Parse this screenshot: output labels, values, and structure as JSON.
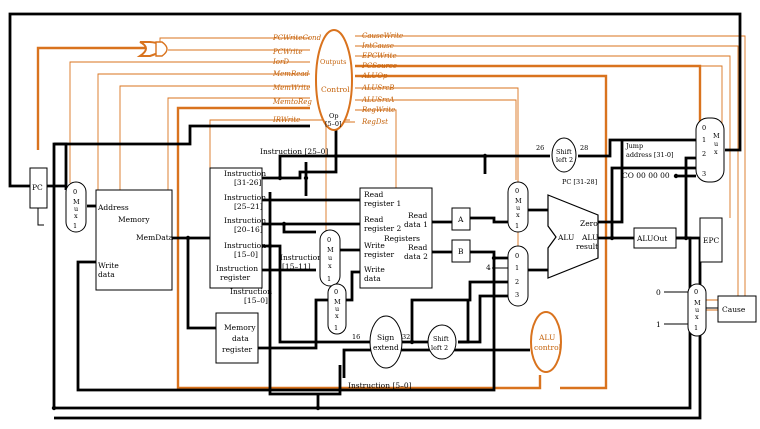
{
  "control": {
    "outputs": "Outputs",
    "name": "Control",
    "op": "Op",
    "op_bits": "[5–0]",
    "signals_left": [
      "PCWriteCond",
      "PCWrite",
      "IorD",
      "MemRead",
      "MemWrite",
      "MemtoReg",
      "IRWrite"
    ],
    "signals_right": [
      "CauseWrite",
      "IntCause",
      "EPCWrite",
      "PCSource",
      "ALUOp",
      "ALUSrcB",
      "ALUSrcA",
      "RegWrite",
      "RegDst"
    ]
  },
  "pc": "PC",
  "memory": {
    "address": "Address",
    "name": "Memory",
    "memdata": "MemData",
    "write": "Write",
    "data": "data"
  },
  "ir": {
    "f1": "Instruction",
    "f1b": "[31-26]",
    "f2": "Instruction",
    "f2b": "[25–21]",
    "f3": "Instruction",
    "f3b": "[20–16]",
    "f4": "Instruction",
    "f4b": "[15–0]",
    "name1": "Instruction",
    "name2": "register"
  },
  "labels": {
    "instr_25_0": "Instruction [25–0]",
    "instr_15_11": "Instruction",
    "instr_15_11b": "[15–11]",
    "instr_15_0": "Instruction",
    "instr_15_0b": "[15–0]",
    "instr_5_0": "Instruction [5–0]",
    "bits_26": "26",
    "bits_28": "28",
    "bits_16": "16",
    "bits_32": "32",
    "pc_31_28": "PC [31-28]",
    "jump1": "Jump",
    "jump2": "address [31-0]",
    "co": "CO 00 00 00",
    "four": "4",
    "zero_const": "0",
    "one_const": "1"
  },
  "mdr": {
    "l1": "Memory",
    "l2": "data",
    "l3": "register"
  },
  "registers": {
    "r1a": "Read",
    "r1b": "register 1",
    "r2a": "Read",
    "r2b": "register 2",
    "wra": "Write",
    "wrb": "register",
    "wda": "Write",
    "wdb": "data",
    "d1a": "Read",
    "d1b": "data 1",
    "d2a": "Read",
    "d2b": "data 2",
    "name": "Registers"
  },
  "regA": "A",
  "regB": "B",
  "alu": {
    "name": "ALU",
    "zero": "Zero",
    "res1": "ALU",
    "res2": "result"
  },
  "aluout": "ALUOut",
  "epc": "EPC",
  "cause": "Cause",
  "alucontrol": {
    "l1": "ALU",
    "l2": "control"
  },
  "signext": {
    "l1": "Sign",
    "l2": "extend"
  },
  "shl_a": {
    "l1": "Shift",
    "l2": "left 2"
  },
  "shl_b": {
    "l1": "Shift",
    "l2": "left 2"
  },
  "mux": {
    "m": "M",
    "u": "u",
    "x": "x",
    "i0": "0",
    "i1": "1",
    "i2": "2",
    "i3": "3"
  }
}
